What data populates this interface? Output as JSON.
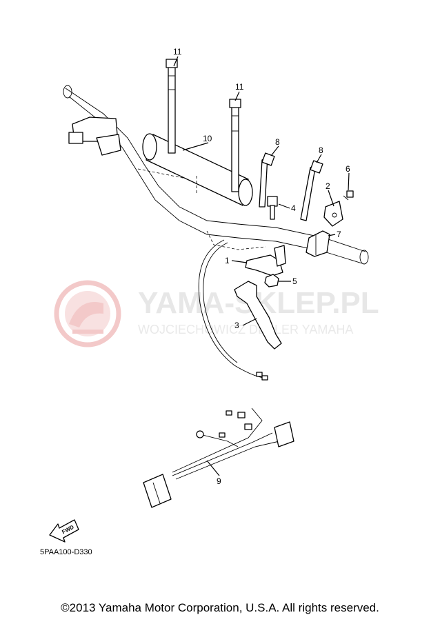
{
  "watermark": {
    "title": "YAMA-SKLEP.PL",
    "subtitle": "WOJCIECHOWICZ DEALER YAMAHA"
  },
  "callouts": {
    "p1": "1",
    "p2": "2",
    "p3": "3",
    "p4": "4",
    "p5": "5",
    "p6": "6",
    "p7": "7",
    "p8a": "8",
    "p8b": "8",
    "p9": "9",
    "p10": "10",
    "p11a": "11",
    "p11b": "11"
  },
  "fwd_label": "FWD",
  "diagram_code": "5PAA100-D330",
  "copyright": "©2013 Yamaha Motor Corporation, U.S.A. All rights reserved.",
  "colors": {
    "watermark_red": "#f2c4c4",
    "watermark_gray": "#e7e7e7"
  }
}
